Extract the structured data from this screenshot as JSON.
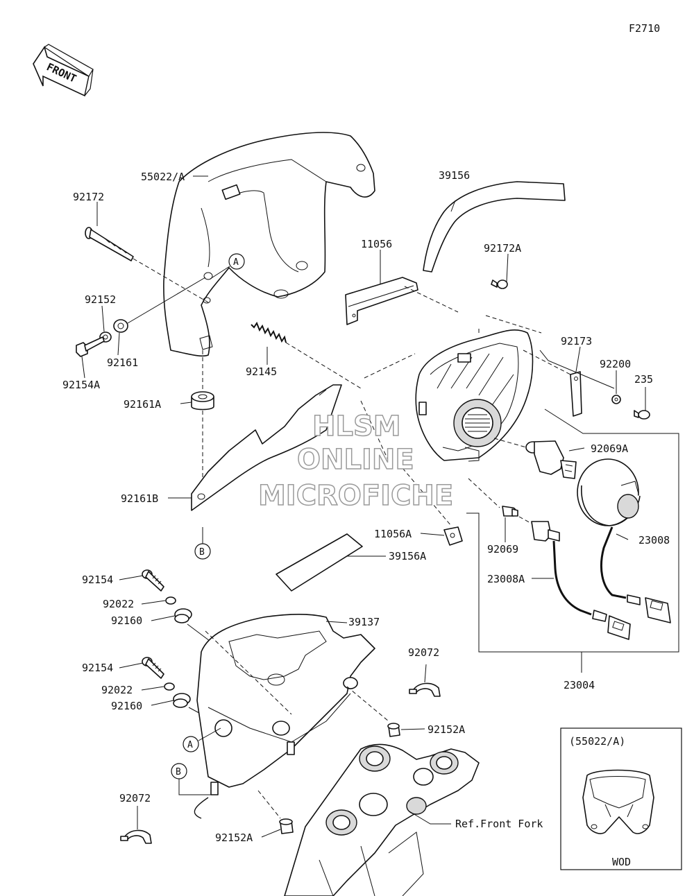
{
  "diagram": {
    "figure_code": "F2710",
    "front_label": "FRONT",
    "watermark": [
      "HLSM",
      "ONLINE",
      "MICROFICHE"
    ],
    "callouts": {
      "A": "A",
      "B": "B"
    },
    "part_labels": {
      "p55022A": "55022/A",
      "p92172": "92172",
      "p92152": "92152",
      "p92161": "92161",
      "p92154A": "92154A",
      "p92145": "92145",
      "p92161A": "92161A",
      "p92161B": "92161B",
      "p39156": "39156",
      "p11056": "11056",
      "p92172A": "92172A",
      "p92173": "92173",
      "p92200": "92200",
      "p235": "235",
      "p92069A": "92069A",
      "p23008": "23008",
      "p11056A": "11056A",
      "p92069": "92069",
      "p23008A": "23008A",
      "p39156A": "39156A",
      "p92154_1": "92154",
      "p92022_1": "92022",
      "p92160_1": "92160",
      "p39137": "39137",
      "p92072_1": "92072",
      "p23004": "23004",
      "p92154_2": "92154",
      "p92022_2": "92022",
      "p92160_2": "92160",
      "p92152A_1": "92152A",
      "p92072_2": "92072",
      "p92152A_2": "92152A",
      "ref_front_fork": "Ref.Front Fork"
    },
    "inset": {
      "title": "(55022/A)",
      "caption": "WOD"
    }
  }
}
